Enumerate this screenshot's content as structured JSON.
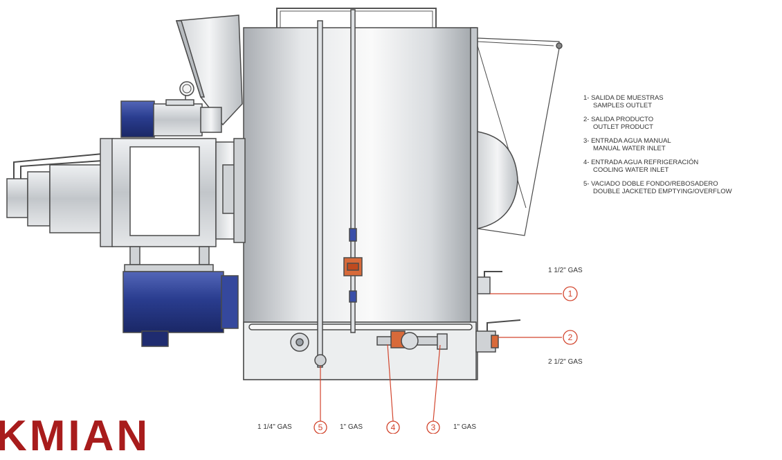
{
  "legend": {
    "items": [
      {
        "es": "1- SALIDA DE MUESTRAS",
        "en": "SAMPLES OUTLET"
      },
      {
        "es": "2- SALIDA PRODUCTO",
        "en": "OUTLET PRODUCT"
      },
      {
        "es": "3- ENTRADA AGUA MANUAL",
        "en": "MANUAL WATER INLET"
      },
      {
        "es": "4- ENTRADA AGUA REFRIGERACIÓN",
        "en": "COOLING WATER INLET"
      },
      {
        "es": "5- VACIADO DOBLE FONDO/REBOSADERO",
        "en": "DOUBLE JACKETED EMPTYING/OVERFLOW"
      }
    ]
  },
  "callouts": {
    "c1": "1",
    "c2": "2",
    "c3": "3",
    "c4": "4",
    "c5": "5"
  },
  "connections": {
    "c1_size": "1 1/2\" GAS",
    "c2_size": "2 1/2\" GAS",
    "c5_size": "1 1/4\" GAS",
    "c4_size": "1\" GAS",
    "c3_size": "1\" GAS"
  },
  "brand": {
    "text": "KMIAN"
  },
  "colors": {
    "callout": "#d2442c",
    "motor_blue": "#2a3d8f",
    "steel": "#c9cdd2",
    "outline": "#4a4a4a",
    "brand": "#a81c1c"
  }
}
